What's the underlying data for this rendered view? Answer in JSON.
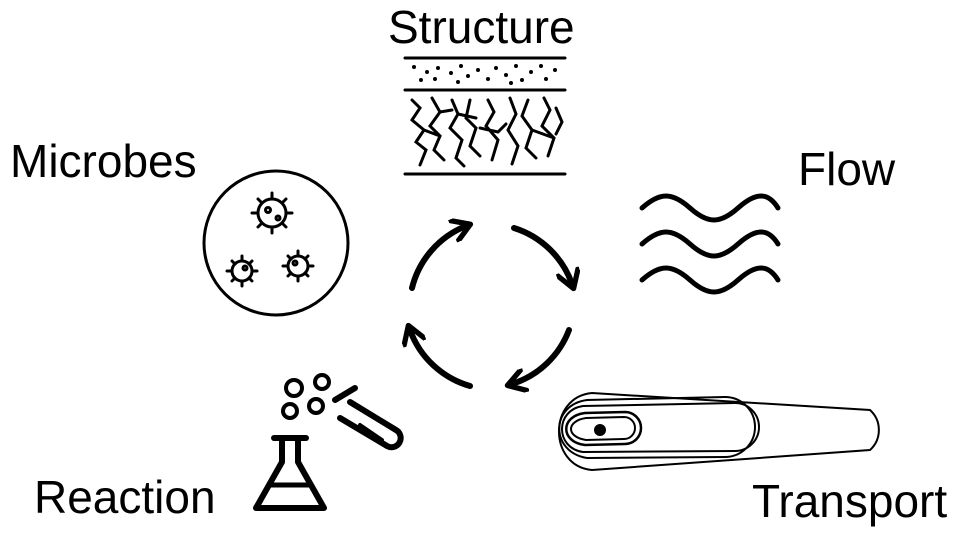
{
  "labels": {
    "structure": "Structure",
    "microbes": "Microbes",
    "flow": "Flow",
    "reaction": "Reaction",
    "transport": "Transport"
  },
  "icons": {
    "structure": "soil-layers-icon",
    "microbes": "microbes-dish-icon",
    "flow": "wavy-flow-icon",
    "reaction": "flask-test-tube-icon",
    "transport": "plume-transport-icon",
    "cycle": "cycle-arrows-icon"
  },
  "colors": {
    "stroke": "#000000",
    "background": "#ffffff"
  }
}
